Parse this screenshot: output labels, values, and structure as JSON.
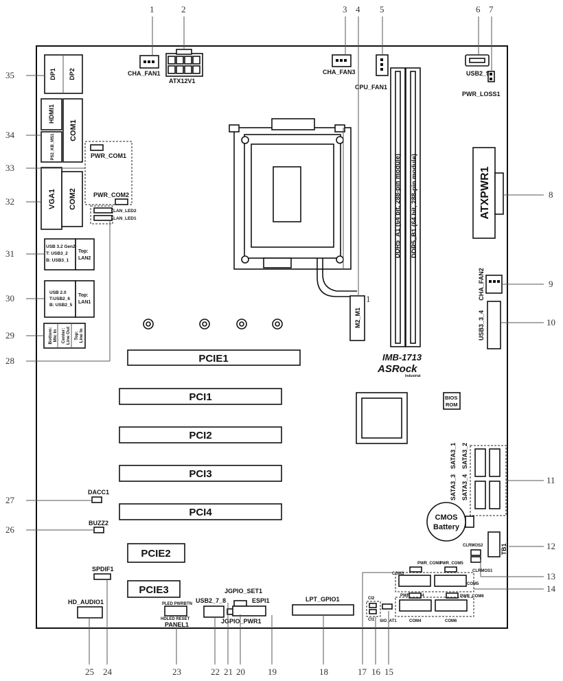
{
  "callouts": [
    {
      "n": "1"
    },
    {
      "n": "2"
    },
    {
      "n": "3"
    },
    {
      "n": "4"
    },
    {
      "n": "5"
    },
    {
      "n": "6"
    },
    {
      "n": "7"
    },
    {
      "n": "8"
    },
    {
      "n": "9"
    },
    {
      "n": "10"
    },
    {
      "n": "11"
    },
    {
      "n": "12"
    },
    {
      "n": "13"
    },
    {
      "n": "14"
    },
    {
      "n": "15"
    },
    {
      "n": "16"
    },
    {
      "n": "17"
    },
    {
      "n": "18"
    },
    {
      "n": "19"
    },
    {
      "n": "20"
    },
    {
      "n": "21"
    },
    {
      "n": "22"
    },
    {
      "n": "23"
    },
    {
      "n": "24"
    },
    {
      "n": "25"
    },
    {
      "n": "26"
    },
    {
      "n": "27"
    },
    {
      "n": "28"
    },
    {
      "n": "29"
    },
    {
      "n": "30"
    },
    {
      "n": "31"
    },
    {
      "n": "32"
    },
    {
      "n": "33"
    },
    {
      "n": "34"
    },
    {
      "n": "35"
    }
  ],
  "rear_io": {
    "dp1": "DP1",
    "dp2": "DP2",
    "hdmi1": "HDMI1",
    "com1": "COM1",
    "ps2": "PS2_KB_MS1",
    "vga1": "VGA1",
    "com2": "COM2",
    "usb32_line1": "USB 3.2 Gen2",
    "usb32_line2": "T: USB3_2",
    "usb32_line3": "B: USB3_1",
    "lan2_a": "Top:",
    "lan2_b": "LAN2",
    "usb20_line1": "USB 2.0",
    "usb20_line2": "T:USB2_6",
    "usb20_line3": "B: USB2_5",
    "lan1_a": "Top:",
    "lan1_b": "LAN1",
    "audio_b1": "Bottom:",
    "audio_b2": "Mic In",
    "audio_c1": "Center:",
    "audio_c2": "Line Out",
    "audio_t1": "Top:",
    "audio_t2": "Line In"
  },
  "labels": {
    "cha_fan1": "CHA_FAN1",
    "atx12v1": "ATX12V1",
    "cha_fan3": "CHA_FAN3",
    "cpu_fan1": "CPU_FAN1",
    "usb2_9": "USB2_9",
    "pwr_loss1": "PWR_LOSS1",
    "atxpwr1": "ATXPWR1",
    "cha_fan2": "CHA_FAN2",
    "usb3_3_4": "USB3_3_4",
    "pwr_com1": "PWR_COM1",
    "pwr_com2": "PWR_COM2",
    "lan_led2": "LAN_LED2",
    "lan_led1": "LAN_LED1",
    "ddr5_a1": "DDR5_A1 (64 bit, 288-pin module)",
    "ddr5_b1": "DDR5_B1 (64 bit, 288-pin module)",
    "m2_m1": "M2_M1",
    "model": "IMB-1713",
    "brand": "ASRock",
    "brand_sub": "Industrial",
    "pcie1": "PCIE1",
    "pci1": "PCI1",
    "pci2": "PCI2",
    "pci3": "PCI3",
    "pci4": "PCI4",
    "pcie2": "PCIE2",
    "pcie3": "PCIE3",
    "bios_rom_1": "BIOS",
    "bios_rom_2": "ROM",
    "sata3_1": "SATA3_1",
    "sata3_2": "SATA3_2",
    "sata3_3": "SATA3_3",
    "sata3_4": "SATA3_4",
    "cmos_1": "CMOS",
    "cmos_2": "Battery",
    "tb1": "TB1",
    "dacc1": "DACC1",
    "buzz2": "BUZZ2",
    "spdif1": "SPDIF1",
    "hd_audio1": "HD_AUDIO1",
    "panel1": "PANEL1",
    "panel_top": "PLED  PWRBTN",
    "panel_bot": "HDLED RESET",
    "usb2_7_8": "USB2_7_8",
    "jgpio_set1": "JGPIO_SET1",
    "jgpio_pwr1": "JGPIO_PWR1",
    "espi1": "ESPI1",
    "lpt_gpio1": "LPT_GPIO1",
    "com3": "COM3",
    "pwr_com3": "PWR_COM3",
    "pwr_com5": "PWR_COM5",
    "com5": "COM5",
    "clrmos2": "CLRMOS2",
    "clrmos1": "CLRMOS1",
    "pwr_com4": "PWR_COM4",
    "pwr_com6": "PWR_COM6",
    "com4": "COM4",
    "com6": "COM6",
    "ci2": "CI2",
    "ci1": "CI1",
    "sio_at1": "SIO_AT1",
    "pin1": "1"
  }
}
